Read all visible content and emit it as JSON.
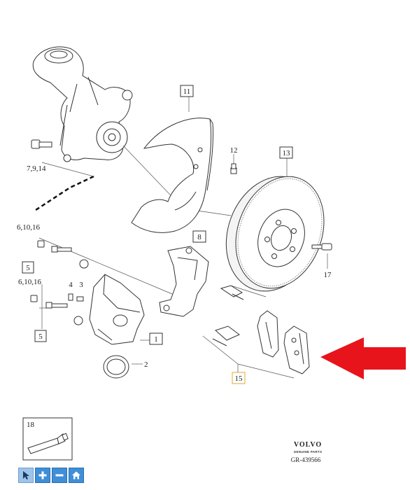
{
  "callouts": {
    "c1": "1",
    "c2": "2",
    "c3": "3",
    "c4": "4",
    "c5a": "5",
    "c5b": "5",
    "c6a": "6,10,16",
    "c6b": "6,10,16",
    "c7": "7,9,14",
    "c8": "8",
    "c11": "11",
    "c12": "12",
    "c13": "13",
    "c15": "15",
    "c17": "17",
    "c18": "18"
  },
  "brand": {
    "name": "VOLVO",
    "tagline": "GENUINE PARTS",
    "drawing_id": "GR-439566"
  },
  "toolbar": {
    "buttons": [
      "pointer-tool",
      "zoom-in",
      "zoom-out",
      "home"
    ]
  },
  "colors": {
    "highlight_arrow": "#e8141c",
    "callout_15_border": "#e0a830",
    "toolbar_button": "#3f8ed8"
  }
}
